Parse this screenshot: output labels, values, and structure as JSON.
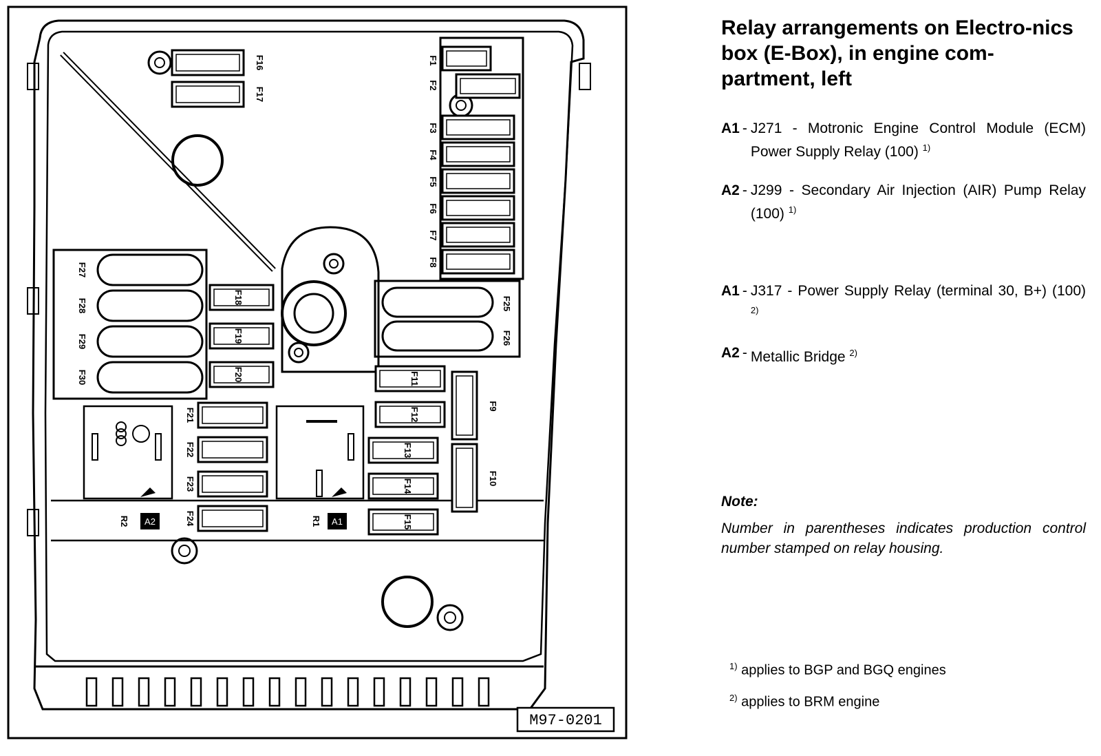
{
  "diagram": {
    "reference": "M97-0201",
    "fuses_right_top": [
      "F1",
      "F2"
    ],
    "fuses_right": [
      "F3",
      "F4",
      "F5",
      "F6",
      "F7",
      "F8"
    ],
    "fuses_top": [
      "F16",
      "F17"
    ],
    "fuses_maxi": [
      "F27",
      "F28",
      "F29",
      "F30"
    ],
    "fuses_center": [
      "F18",
      "F19",
      "F20"
    ],
    "fuses_mid": [
      "F21",
      "F22",
      "F23",
      "F24"
    ],
    "fuses_lower": [
      "F11",
      "F12",
      "F13",
      "F14",
      "F15"
    ],
    "fuses_side": [
      "F9",
      "F10"
    ],
    "fuses_big_right": [
      "F25",
      "F26"
    ],
    "relay_left_pos": "R2",
    "relay_left_tag": "A2",
    "relay_right_pos": "R1",
    "relay_right_tag": "A1"
  },
  "content": {
    "title": "Relay arrangements on Electro-nics box (E-Box), in engine com-partment, left",
    "entries": [
      {
        "code": "A1",
        "text": "J271 - Motronic Engine Control Module (ECM) Power Supply Relay (100)",
        "sup": "1)"
      },
      {
        "code": "A2",
        "text": "J299 - Secondary Air Injection (AIR) Pump Relay (100)",
        "sup": "1)"
      },
      {
        "code": "A1",
        "text": "J317 - Power Supply Relay (terminal 30, B+)  (100)",
        "sup": "2)"
      },
      {
        "code": "A2",
        "text": "Metallic Bridge",
        "sup": "2)"
      }
    ],
    "note_heading": "Note:",
    "note_text": "Number in parentheses indicates production control number stamped on relay housing.",
    "footnotes": [
      {
        "mark": "1)",
        "text": "applies to BGP and BGQ engines"
      },
      {
        "mark": "2)",
        "text": "applies to BRM engine"
      }
    ]
  }
}
